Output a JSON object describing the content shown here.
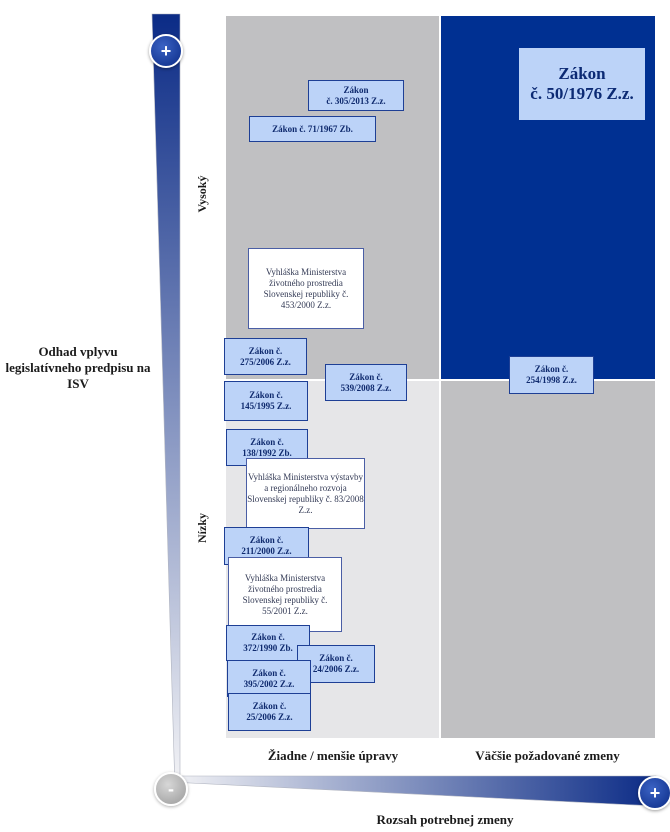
{
  "y_axis": {
    "title": "Odhad vplyvu legislatívneho predpisu na ISV",
    "high_label": "Vysoký",
    "low_label": "Nízky",
    "top_symbol": "+",
    "bottom_symbol": "-"
  },
  "x_axis": {
    "title": "Rozsah potrebnej zmeny",
    "left_label": "Žiadne / menšie úpravy",
    "right_label": "Väčšie požadované zmeny",
    "right_symbol": "+"
  },
  "items": {
    "z_305_2013": "Zákon\nč. 305/2013 Z.z.",
    "z_71_1967": "Zákon č. 71/1967 Zb.",
    "z_50_1976": "Zákon\nč. 50/1976 Z.z.",
    "v_453_2000": "Vyhláška Ministerstva životného prostredia Slovenskej republiky č. 453/2000 Z.z.",
    "z_275_2006": "Zákon č.\n275/2006 Z.z.",
    "z_539_2008": "Zákon č.\n539/2008 Z.z.",
    "z_254_1998": "Zákon č.\n254/1998 Z.z.",
    "z_145_1995": "Zákon č.\n145/1995 Z.z.",
    "z_138_1992": "Zákon č.\n138/1992 Zb.",
    "v_83_2008": "Vyhláška Ministerstva výstavby a regionálneho rozvoja Slovenskej republiky č. 83/2008 Z.z.",
    "z_211_2000": "Zákon č.\n211/2000 Z.z.",
    "v_55_2001": "Vyhláška Ministerstva životného prostredia Slovenskej republiky č. 55/2001 Z.z.",
    "z_372_1990": "Zákon č.\n372/1990 Zb.",
    "z_24_2006": "Zákon č.\n24/2006 Z.z.",
    "z_395_2002": "Zákon č.\n395/2002 Z.z.",
    "z_25_2006": "Zákon č.\n25/2006 Z.z."
  },
  "colors": {
    "quadrant_high_right": "#003092",
    "quadrant_gray": "#c0c0c2",
    "quadrant_light": "#e6e6e8",
    "box_fill": "#bcd3f8"
  }
}
